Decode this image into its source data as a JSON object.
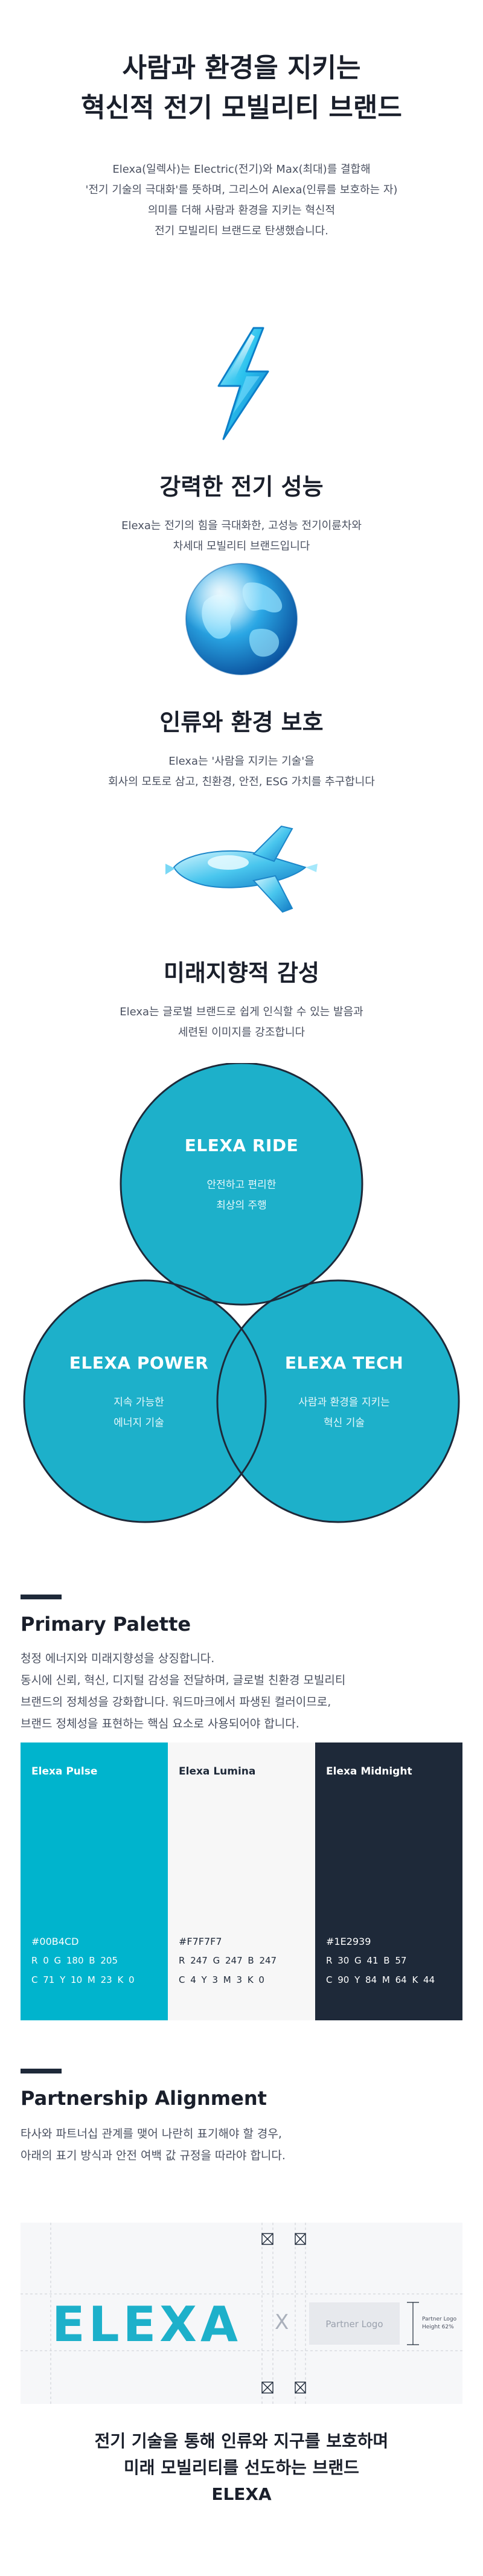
{
  "hero": {
    "title_line1": "사람과 환경을 지키는",
    "title_line2": "혁신적 전기 모빌리티 브랜드",
    "desc_line1": "Elexa(일렉사)는 Electric(전기)와 Max(최대)를  결합해",
    "desc_line2": "'전기 기술의 극대화'를 뜻하며, 그리스어 Alexa(인류를 보호하는 자)",
    "desc_line3": "의미를 더해  사람과 환경을 지키는 혁신적",
    "desc_line4": "전기 모빌리티 브랜드로 탄생했습니다."
  },
  "features": [
    {
      "icon": "lightning-bolt-icon",
      "title": "강력한 전기 성능",
      "desc_line1": "Elexa는 전기의 힘을 극대화한, 고성능  전기이륜차와",
      "desc_line2": "차세대 모빌리티  브랜드입니다"
    },
    {
      "icon": "globe-icon",
      "title": "인류와 환경 보호",
      "desc_line1": "Elexa는 '사람을 지키는 기술'을",
      "desc_line2": "회사의 모토로 삼고, 친환경, 안전, ESG 가치를 추구합니다"
    },
    {
      "icon": "spaceship-icon",
      "title": "미래지향적 감성",
      "desc_line1": "Elexa는 글로벌 브랜드로 쉽게 인식할 수 있는 발음과",
      "desc_line2": "세련된 이미지를 강조합니다"
    }
  ],
  "venn": [
    {
      "name": "ELEXA RIDE",
      "desc_line1": "안전하고 편리한",
      "desc_line2": "최상의 주행"
    },
    {
      "name": "ELEXA POWER",
      "desc_line1": "지속 가능한",
      "desc_line2": "에너지 기술"
    },
    {
      "name": "ELEXA TECH",
      "desc_line1": "사람과 환경을 지키는",
      "desc_line2": "혁신 기술"
    }
  ],
  "palette": {
    "title": "Primary Palette",
    "desc_line1": "청정 에너지와 미래지향성을 상징합니다.",
    "desc_line2": "동시에 신뢰, 혁신, 디지털 감성을 전달하며, 글로벌 친환경 모빌리티",
    "desc_line3": "브랜드의 정체성을 강화합니다. 워드마크에서 파생된 컬러이므로,",
    "desc_line4": "브랜드 정체성을 표현하는 핵심 요소로 사용되어야 합니다.",
    "swatches": [
      {
        "name": "Elexa Pulse",
        "hex": "#00B4CD",
        "rgb": "R 0   G 180   B 205",
        "cmyk": "C 71   Y 10   M 23   K 0",
        "color": "#00B4CD",
        "text_color": "#ffffff"
      },
      {
        "name": "Elexa Lumina",
        "hex": "#F7F7F7",
        "rgb": "R 247   G 247   B 247",
        "cmyk": "C 4   Y 3   M 3   K 0",
        "color": "#F7F7F7",
        "text_color": "#1E2939"
      },
      {
        "name": "Elexa Midnight",
        "hex": "#1E2939",
        "rgb": "R 30   G 41   B 57",
        "cmyk": "C 90   Y 84   M 64   K 44",
        "color": "#1E2939",
        "text_color": "#ffffff"
      }
    ]
  },
  "partnership": {
    "title": "Partnership Alignment",
    "desc_line1": "타사와 파트너십 관계를 맺어 나란히 표기해야 할 경우,",
    "desc_line2": "아래의 표기 방식과 안전 여백 값 규정을 따라야 합니다.",
    "wordmark": "ELEXA",
    "separator": "X",
    "partner_logo": "Partner Logo",
    "height_note_line1": "Partner Logo",
    "height_note_line2": "Height 62%"
  },
  "closing": {
    "line1": "전기 기술을 통해 인류와 지구를 보호하며",
    "line2": "미래 모빌리티를 선도하는 브랜드",
    "line3": "ELEXA"
  },
  "colors": {
    "accent": "#00B4CD",
    "dark": "#1E2939",
    "light": "#F7F7F7"
  }
}
